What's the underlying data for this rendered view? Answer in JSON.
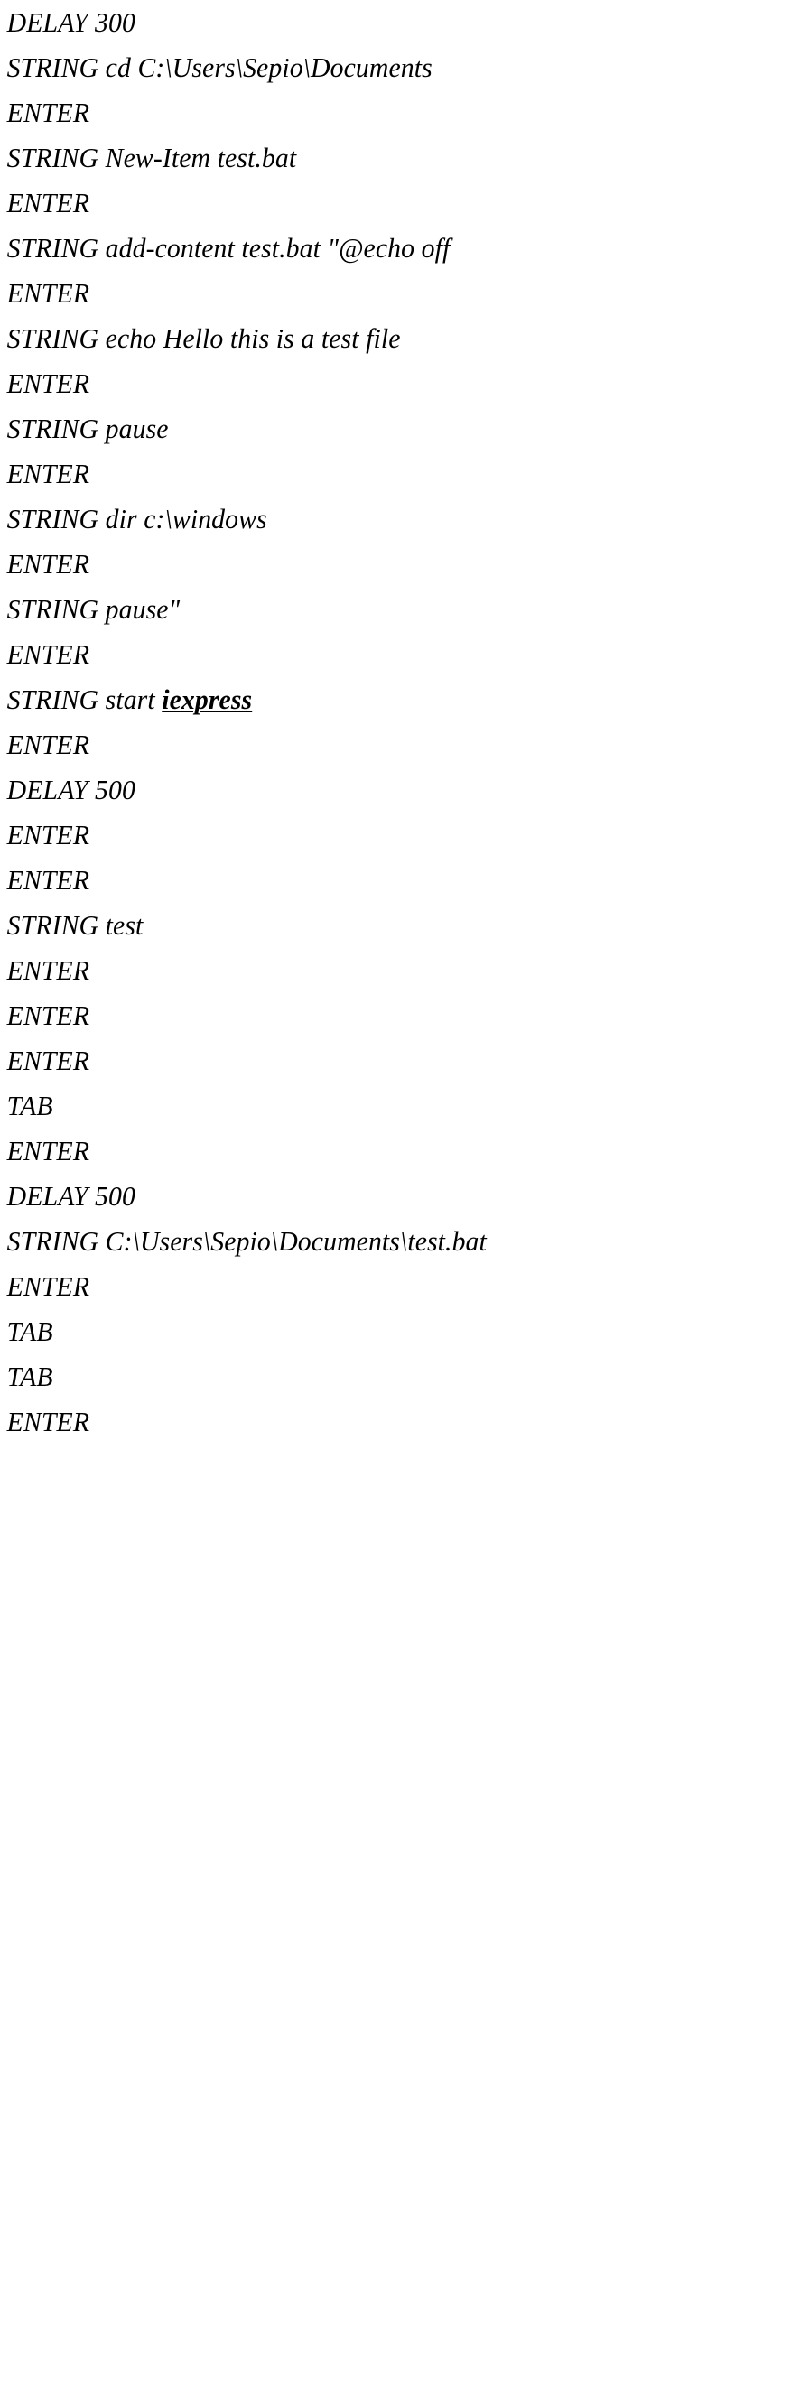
{
  "document": {
    "type": "scanned-document-page",
    "background_color": "#ffffff",
    "text_color": "#000000",
    "lines": [
      {
        "text": "DELAY 300"
      },
      {
        "text": "STRING cd C:\\Users\\Sepio\\Documents"
      },
      {
        "text": "ENTER"
      },
      {
        "text": "STRING New-Item test.bat"
      },
      {
        "text": "ENTER"
      },
      {
        "text": "STRING add-content test.bat \"@echo off"
      },
      {
        "text": "ENTER"
      },
      {
        "text": "STRING echo Hello this is a test file"
      },
      {
        "text": "ENTER"
      },
      {
        "text": "STRING pause"
      },
      {
        "text": "ENTER"
      },
      {
        "text": "STRING dir c:\\windows"
      },
      {
        "text": "ENTER"
      },
      {
        "text": "STRING pause\""
      },
      {
        "text": "ENTER"
      },
      {
        "text": "STRING start ",
        "emphasis": "iexpress",
        "emphasis_style": "bold-underline"
      },
      {
        "text": "ENTER"
      },
      {
        "text": "DELAY 500"
      },
      {
        "text": "ENTER"
      },
      {
        "text": "ENTER"
      },
      {
        "text": "STRING test"
      },
      {
        "text": "ENTER"
      },
      {
        "text": "ENTER"
      },
      {
        "text": "ENTER"
      },
      {
        "text": "TAB"
      },
      {
        "text": "ENTER"
      },
      {
        "text": "DELAY 500"
      },
      {
        "text": "STRING C:\\Users\\Sepio\\Documents\\test.bat"
      },
      {
        "text": "ENTER"
      },
      {
        "text": "TAB"
      },
      {
        "text": "TAB"
      },
      {
        "text": "ENTER"
      }
    ]
  }
}
